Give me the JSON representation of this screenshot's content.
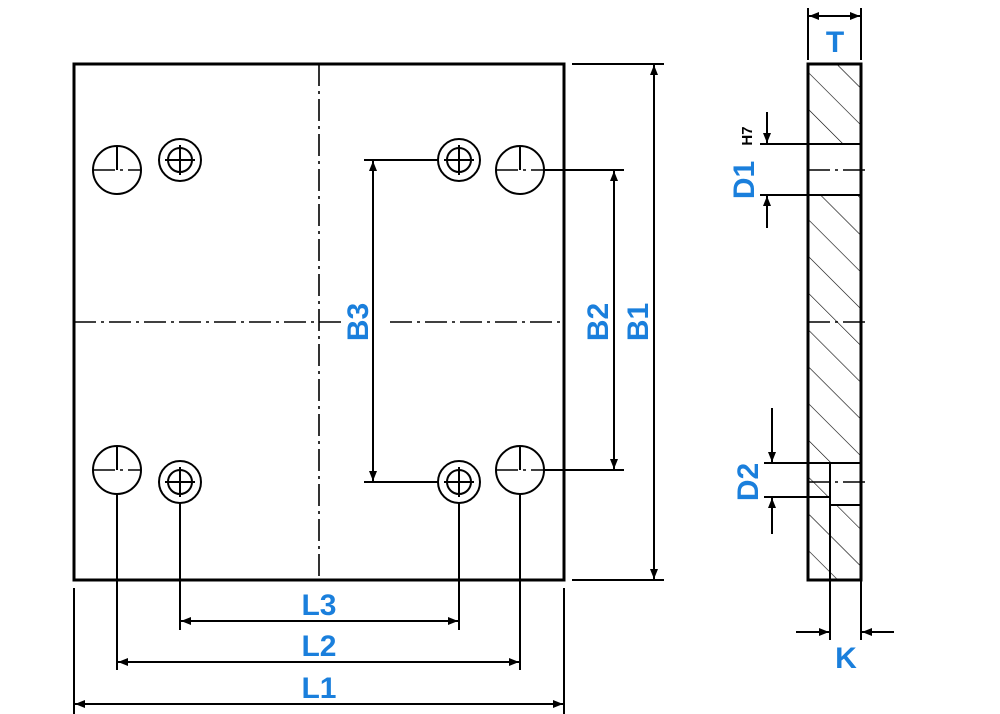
{
  "labels": {
    "L1": "L1",
    "L2": "L2",
    "L3": "L3",
    "B1": "B1",
    "B2": "B2",
    "B3": "B3",
    "T": "T",
    "D1": "D1",
    "D1_tolerance": "H7",
    "D2": "D2",
    "K": "K"
  },
  "colors": {
    "dimension_text": "#1a7fdc",
    "lines": "#000000",
    "background": "#ffffff"
  }
}
